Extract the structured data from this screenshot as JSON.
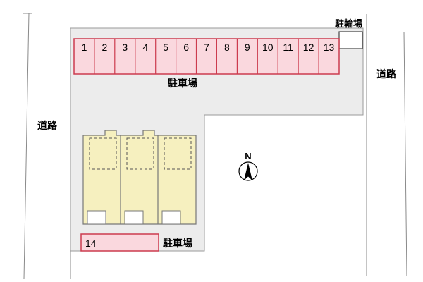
{
  "labels": {
    "bicycle_parking": "駐輪場",
    "road_right": "道路",
    "road_left": "道路",
    "parking_lot_top": "駐車場",
    "parking_lot_bottom": "駐車場",
    "north": "N",
    "stall_14": "14"
  },
  "parking_stalls": [
    "1",
    "2",
    "3",
    "4",
    "5",
    "6",
    "7",
    "8",
    "9",
    "10",
    "11",
    "12",
    "13"
  ],
  "colors": {
    "plot_fill": "#ececec",
    "plot_stroke": "#9a9a9a",
    "stall_fill": "#fad8de",
    "stall_border": "#cc3b4e",
    "building_fill": "#f6f0bf",
    "building_stroke": "#777777",
    "road_line": "#8a8a8a",
    "text": "#000000"
  }
}
